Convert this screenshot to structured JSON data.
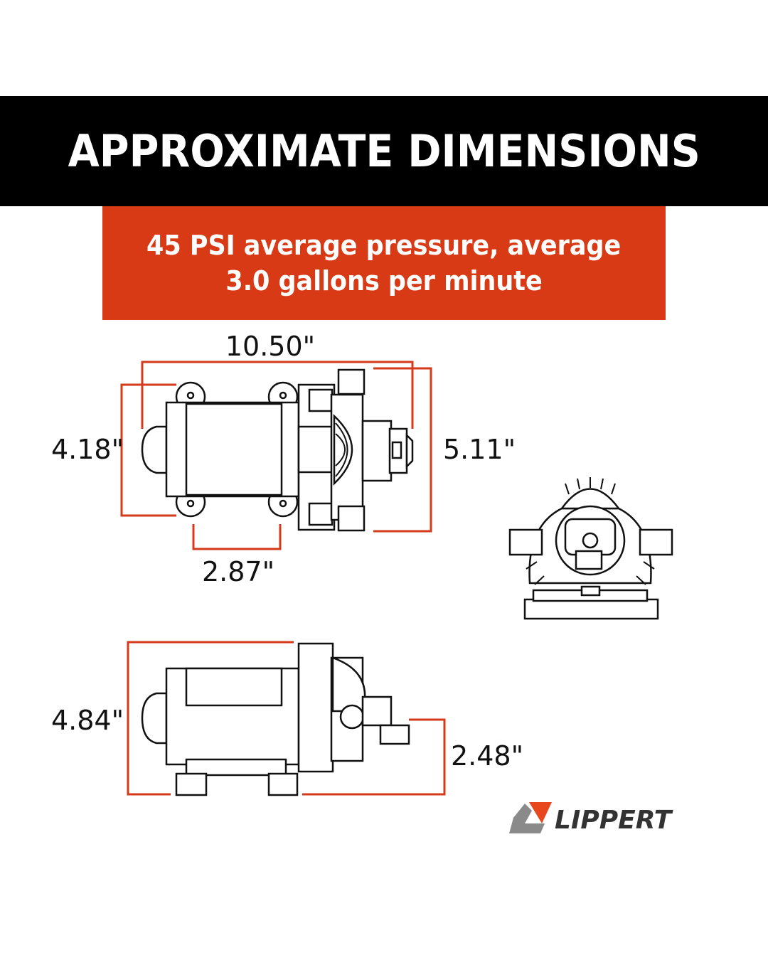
{
  "header": {
    "title": "APPROXIMATE DIMENSIONS"
  },
  "subtitle": {
    "line1": "45 PSI average pressure, average",
    "line2": "3.0 gallons per minute"
  },
  "dimensions": {
    "top_length": "10.50\"",
    "top_width_left": "4.18\"",
    "top_width_right": "5.11\"",
    "mount_spacing": "2.87\"",
    "side_height": "4.84\"",
    "outlet_height": "2.48\""
  },
  "brand": {
    "name": "LIPPERT",
    "accent": "#e8461c",
    "gray": "#8a8a8a"
  },
  "colors": {
    "banner": "#000000",
    "subtitle_bg": "#d93a16",
    "dimension_lines": "#d63a1a"
  }
}
